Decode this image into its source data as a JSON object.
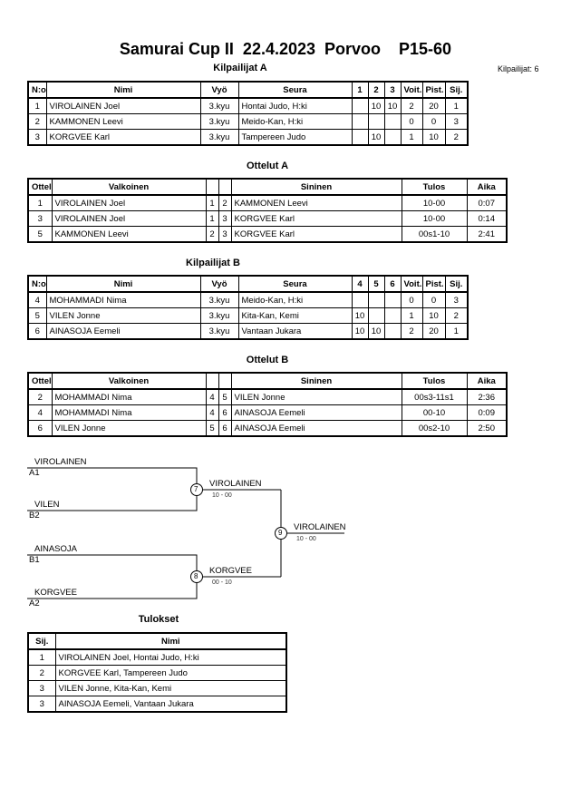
{
  "header": {
    "title": "Samurai Cup II  22.4.2023  Porvoo    P15-60",
    "count_label": "Kilpailijat: 6"
  },
  "groupA": {
    "heading": "Kilpailijat A",
    "columns": [
      "N:o",
      "Nimi",
      "Vyö",
      "Seura",
      "1",
      "2",
      "3",
      "Voit.",
      "Pist.",
      "Sij."
    ],
    "rows": [
      [
        "1",
        "VIROLAINEN Joel",
        "3.kyu",
        "Hontai Judo, H:ki",
        "",
        "10",
        "10",
        "2",
        "20",
        "1"
      ],
      [
        "2",
        "KAMMONEN Leevi",
        "3.kyu",
        "Meido-Kan, H:ki",
        "",
        "",
        "",
        "0",
        "0",
        "3"
      ],
      [
        "3",
        "KORGVEE Karl",
        "3.kyu",
        "Tampereen Judo",
        "",
        "10",
        "",
        "1",
        "10",
        "2"
      ]
    ]
  },
  "matchesA": {
    "heading": "Ottelut A",
    "columns": [
      "Ottelu",
      "Valkoinen",
      "",
      "",
      "Sininen",
      "Tulos",
      "Aika"
    ],
    "rows": [
      [
        "1",
        "VIROLAINEN Joel",
        "1",
        "2",
        "KAMMONEN Leevi",
        "10-00",
        "0:07"
      ],
      [
        "3",
        "VIROLAINEN Joel",
        "1",
        "3",
        "KORGVEE Karl",
        "10-00",
        "0:14"
      ],
      [
        "5",
        "KAMMONEN Leevi",
        "2",
        "3",
        "KORGVEE Karl",
        "00s1-10",
        "2:41"
      ]
    ]
  },
  "groupB": {
    "heading": "Kilpailijat B",
    "columns": [
      "N:o",
      "Nimi",
      "Vyö",
      "Seura",
      "4",
      "5",
      "6",
      "Voit.",
      "Pist.",
      "Sij."
    ],
    "rows": [
      [
        "4",
        "MOHAMMADI Nima",
        "3.kyu",
        "Meido-Kan, H:ki",
        "",
        "",
        "",
        "0",
        "0",
        "3"
      ],
      [
        "5",
        "VILEN Jonne",
        "3.kyu",
        "Kita-Kan, Kemi",
        "10",
        "",
        "",
        "1",
        "10",
        "2"
      ],
      [
        "6",
        "AINASOJA Eemeli",
        "3.kyu",
        "Vantaan Jukara",
        "10",
        "10",
        "",
        "2",
        "20",
        "1"
      ]
    ]
  },
  "matchesB": {
    "heading": "Ottelut B",
    "columns": [
      "Ottelu",
      "Valkoinen",
      "",
      "",
      "Sininen",
      "Tulos",
      "Aika"
    ],
    "rows": [
      [
        "2",
        "MOHAMMADI Nima",
        "4",
        "5",
        "VILEN Jonne",
        "00s3-11s1",
        "2:36"
      ],
      [
        "4",
        "MOHAMMADI Nima",
        "4",
        "6",
        "AINASOJA Eemeli",
        "00-10",
        "0:09"
      ],
      [
        "6",
        "VILEN Jonne",
        "5",
        "6",
        "AINASOJA Eemeli",
        "00s2-10",
        "2:50"
      ]
    ]
  },
  "bracket": {
    "semi1": {
      "top_name": "VIROLAINEN",
      "top_seed": "A1",
      "bottom_name": "VILEN",
      "bottom_seed": "B2",
      "match_no": "7",
      "winner": "VIROLAINEN",
      "score": "10 - 00"
    },
    "semi2": {
      "top_name": "AINASOJA",
      "top_seed": "B1",
      "bottom_name": "KORGVEE",
      "bottom_seed": "A2",
      "match_no": "8",
      "winner": "KORGVEE",
      "score": "00 - 10"
    },
    "final": {
      "match_no": "9",
      "winner": "VIROLAINEN",
      "score": "10 - 00"
    }
  },
  "results": {
    "heading": "Tulokset",
    "columns": [
      "Sij.",
      "Nimi"
    ],
    "rows": [
      [
        "1",
        "VIROLAINEN Joel, Hontai Judo, H:ki"
      ],
      [
        "2",
        "KORGVEE Karl, Tampereen Judo"
      ],
      [
        "3",
        "VILEN Jonne, Kita-Kan, Kemi"
      ],
      [
        "3",
        "AINASOJA Eemeli, Vantaan Jukara"
      ]
    ]
  }
}
